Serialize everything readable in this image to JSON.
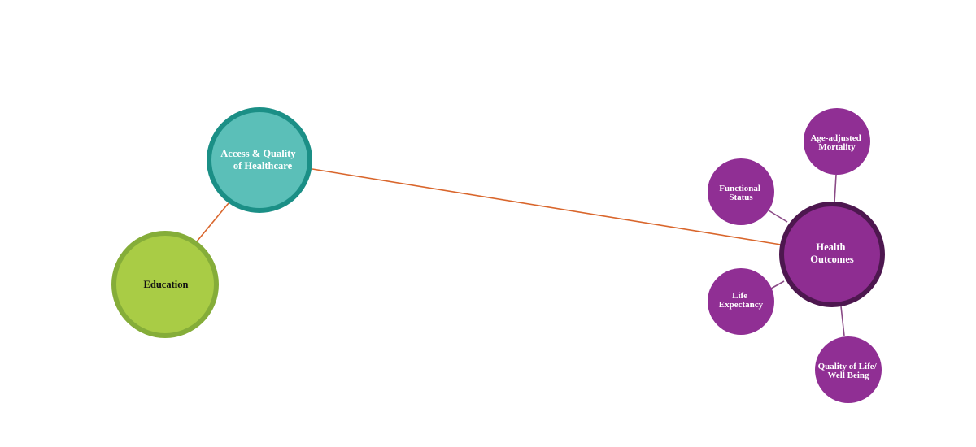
{
  "colors": {
    "background": "#ffffff",
    "edge_main": "#d9662c",
    "edge_sub": "#8a4a86",
    "education_fill": "#a9cc45",
    "education_stroke": "#85ad39",
    "healthcare_fill": "#5bbfb8",
    "healthcare_stroke": "#1b8f86",
    "outcomes_fill": "#8e2d91",
    "outcomes_stroke": "#4d174f",
    "sub_fill": "#902f94",
    "light_text": "#ffffff",
    "dark_text": "#111111"
  },
  "nodes": {
    "education": {
      "label": [
        "Education"
      ]
    },
    "healthcare": {
      "label": [
        "Access & Quality",
        "of Healthcare"
      ]
    },
    "health_outcomes": {
      "label": [
        "Health",
        "Outcomes"
      ]
    },
    "age_adjusted_mortality": {
      "label": [
        "Age-adjusted",
        "Mortality"
      ]
    },
    "functional_status": {
      "label": [
        "Functional",
        "Status"
      ]
    },
    "life_expectancy": {
      "label": [
        "Life",
        "Expectancy"
      ]
    },
    "quality_of_life": {
      "label": [
        "Quality of Life/",
        "Well Being"
      ]
    }
  }
}
